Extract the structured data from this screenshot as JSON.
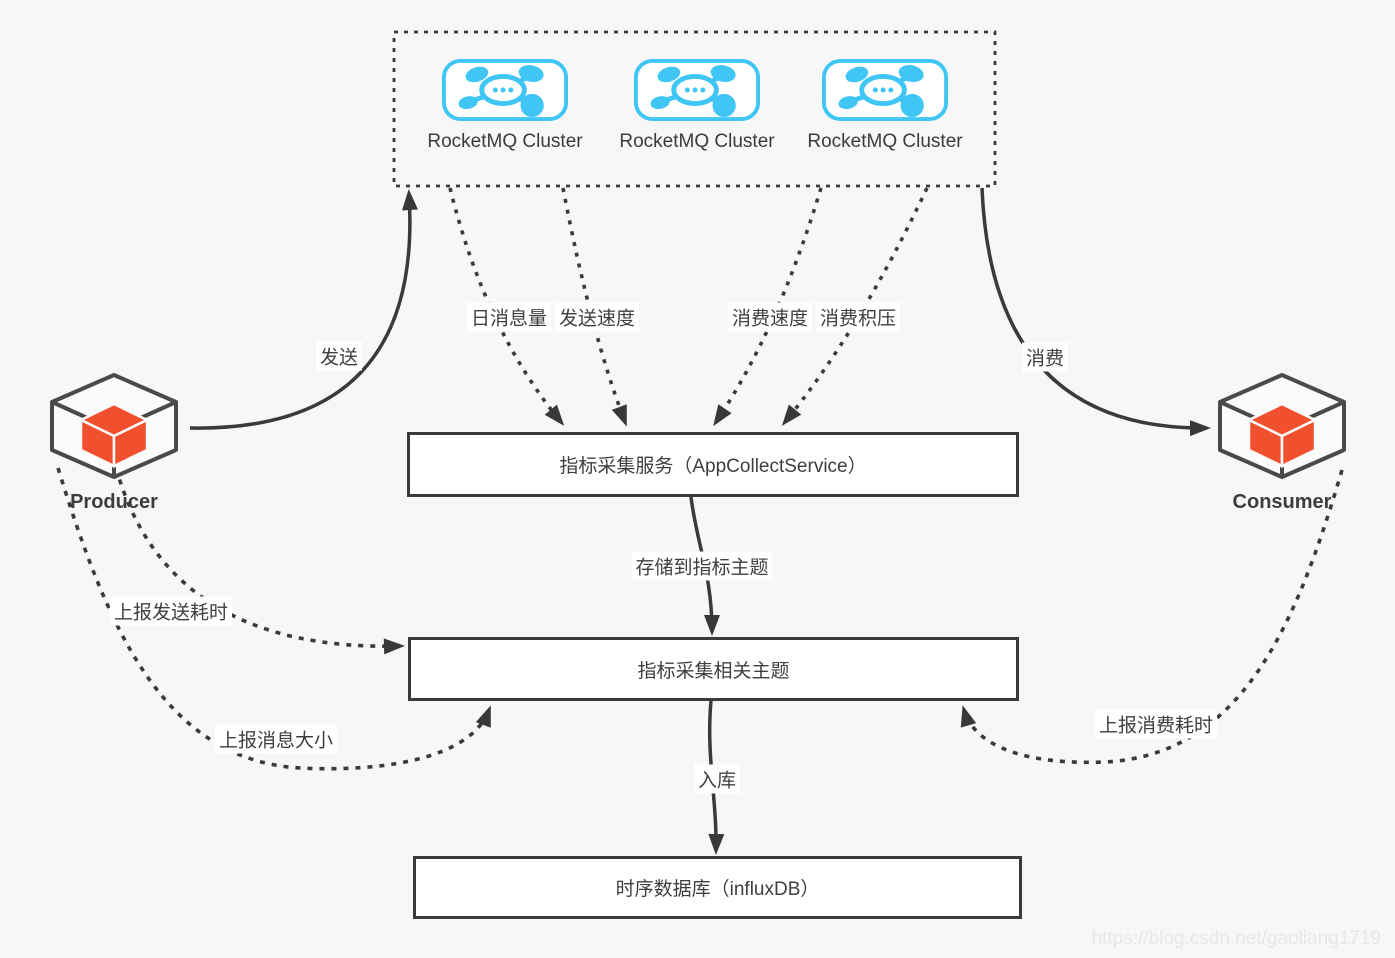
{
  "page": {
    "background": "#f7f7f7",
    "watermark": "https://blog.csdn.net/gaoliang1719"
  },
  "colors": {
    "line": "#3a3a3a",
    "box_border": "#3a3a3a",
    "rocketmq_blue": "#3fc6f5",
    "package_orange": "#f1502f",
    "label_text": "#3f3f3f",
    "watermark_gray": "#e7e7e7"
  },
  "icons": {
    "cluster_icon": "rocketmq-cluster-icon",
    "producer_icon": "package-cube-icon",
    "consumer_icon": "package-cube-icon"
  },
  "cluster_group": {
    "items": [
      {
        "label": "RocketMQ Cluster"
      },
      {
        "label": "RocketMQ Cluster"
      },
      {
        "label": "RocketMQ Cluster"
      }
    ]
  },
  "actors": {
    "producer": {
      "label": "Producer"
    },
    "consumer": {
      "label": "Consumer"
    }
  },
  "nodes": {
    "collect_service": {
      "label": "指标采集服务（AppCollectService）"
    },
    "metric_topics": {
      "label": "指标采集相关主题"
    },
    "timeseries_db": {
      "label": "时序数据库（influxDB）"
    }
  },
  "edge_labels": {
    "send": "发送",
    "consume": "消费",
    "daily_message_volume": "日消息量",
    "send_speed": "发送速度",
    "consume_speed": "消费速度",
    "consume_backlog": "消费积压",
    "store_to_metric_topic": "存储到指标主题",
    "report_send_cost": "上报发送耗时",
    "report_message_size": "上报消息大小",
    "report_consume_cost": "上报消费耗时",
    "into_db": "入库"
  }
}
